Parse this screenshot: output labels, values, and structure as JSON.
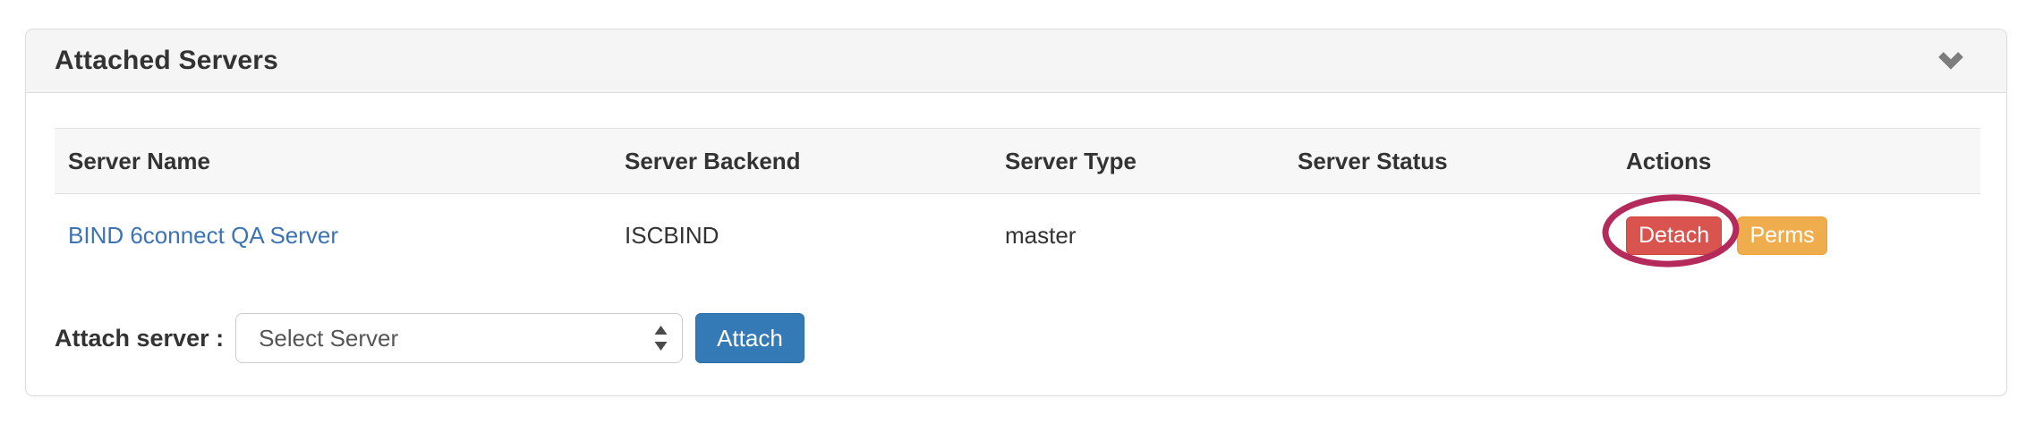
{
  "panel": {
    "title": "Attached Servers",
    "collapse_icon": "chevron-down-icon"
  },
  "table": {
    "columns": [
      "Server Name",
      "Server Backend",
      "Server Type",
      "Server Status",
      "Actions"
    ],
    "rows": [
      {
        "name": "BIND 6connect QA Server",
        "backend": "ISCBIND",
        "type": "master",
        "status": "",
        "detach_label": "Detach",
        "perms_label": "Perms"
      }
    ]
  },
  "attach_form": {
    "label": "Attach server :",
    "select_value": "Select Server",
    "attach_button_label": "Attach"
  },
  "annotation": {
    "shape": "hand-drawn-ellipse",
    "target": "detach-button",
    "color": "#b42a5b"
  },
  "colors": {
    "panel_header_bg": "#f5f5f5",
    "table_header_bg": "#f7f7f7",
    "border": "#dddddd",
    "link_blue": "#3b73b5",
    "detach_red": "#d9534f",
    "perms_orange": "#f0ad4e",
    "attach_blue": "#337ab7",
    "annotation_crimson": "#b42a5b",
    "chevron_gray": "#7d7d7d"
  }
}
